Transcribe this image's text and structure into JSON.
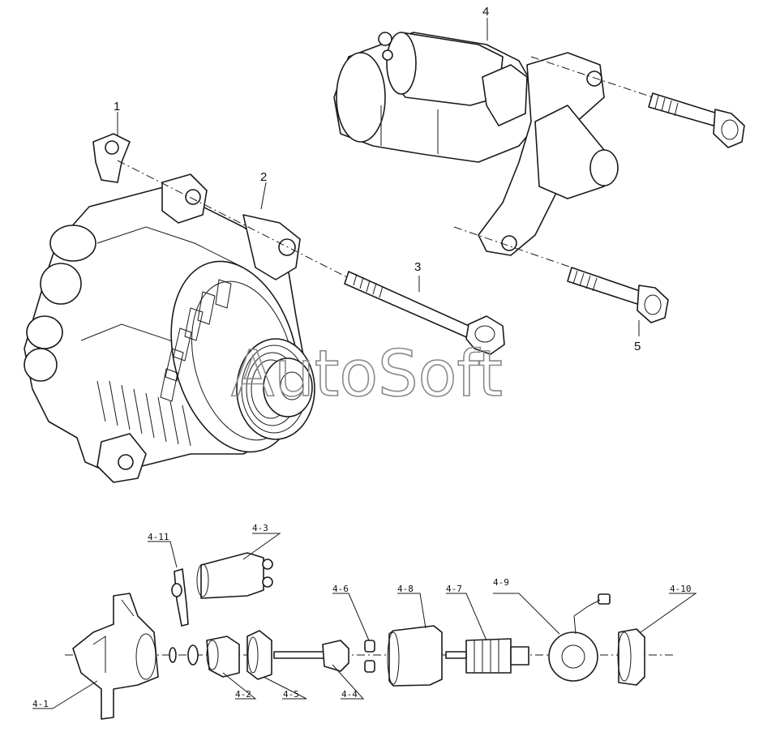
{
  "watermark": "AutoSoft",
  "labels": {
    "l1": "1",
    "l2": "2",
    "l3": "3",
    "l4": "4",
    "l5": "5",
    "l4_1": "4-1",
    "l4_2": "4-2",
    "l4_3": "4-3",
    "l4_4": "4-4",
    "l4_5": "4-5",
    "l4_6": "4-6",
    "l4_7": "4-7",
    "l4_8": "4-8",
    "l4_9": "4-9",
    "l4_10": "4-10",
    "l4_11": "4-11"
  }
}
